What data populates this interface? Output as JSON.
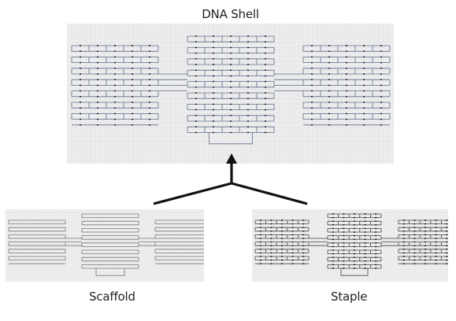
{
  "title": "DNA Shell",
  "labels": {
    "scaffold": "Scaffold",
    "staple": "Staple"
  },
  "colors": {
    "panel_bg": "#ededed",
    "grid_line": "#d9d9d9",
    "scaffold_line": "#6b7b95",
    "staple_line": "#444444",
    "arrow": "#111111",
    "label_text": "#222222"
  },
  "icons": {
    "arrow": "upward-split-arrow-icon"
  }
}
